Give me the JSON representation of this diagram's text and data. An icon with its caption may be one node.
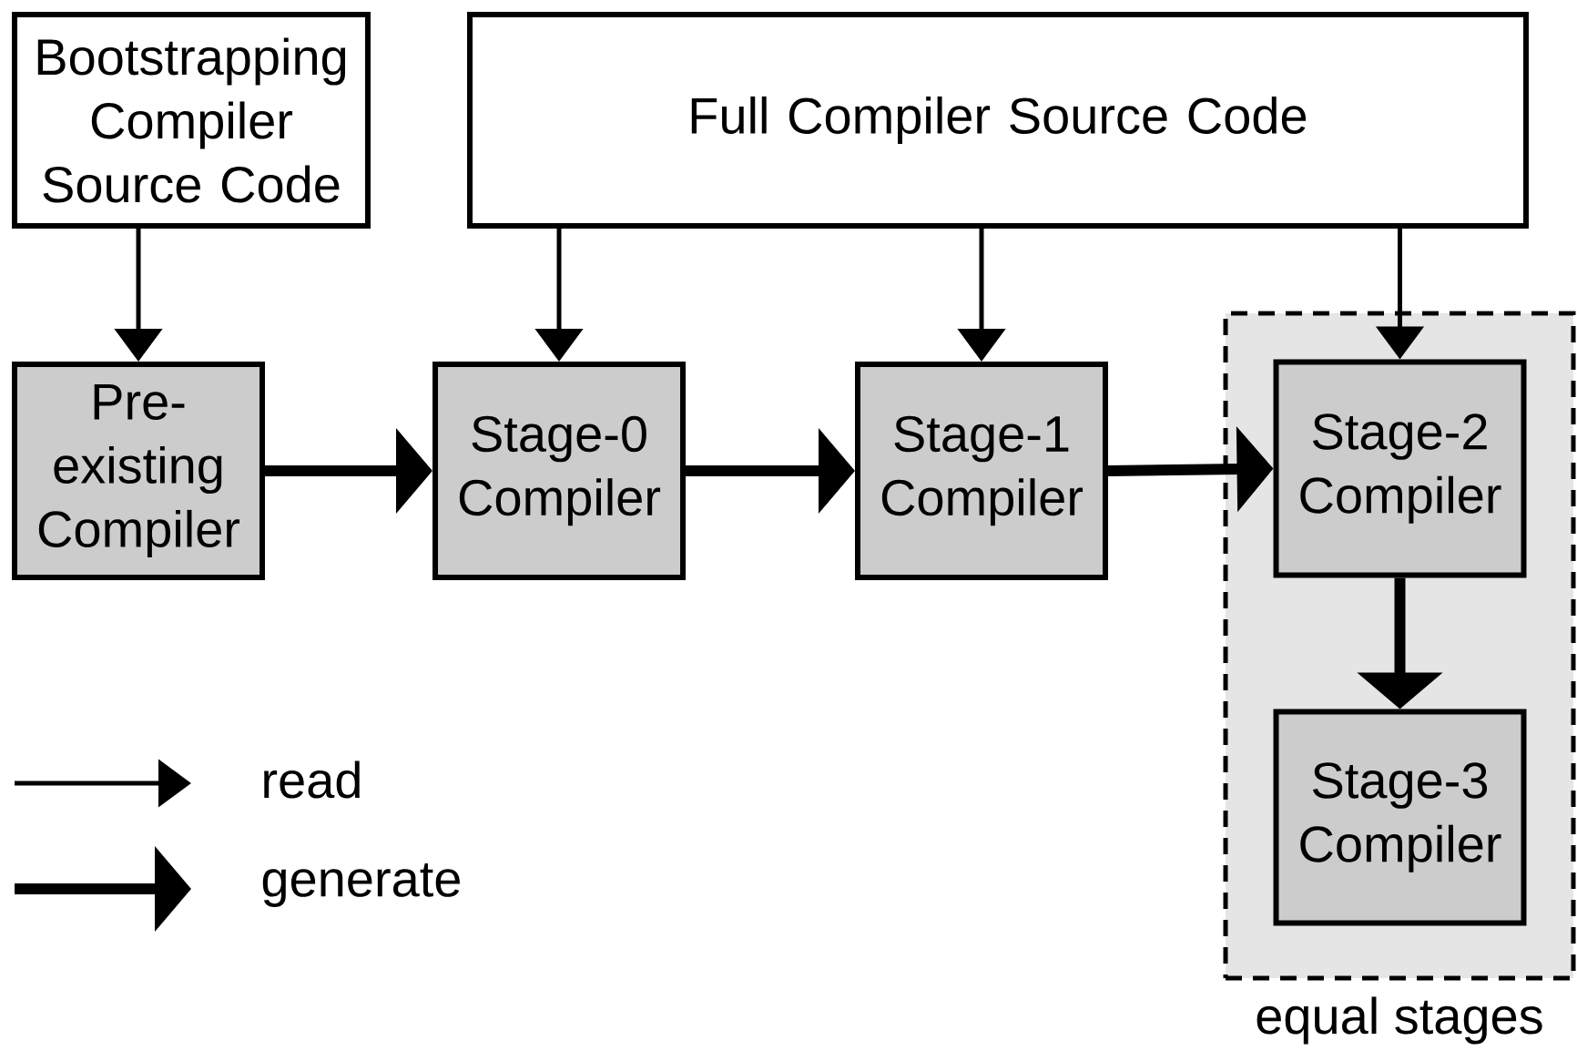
{
  "diagram": {
    "nodes": [
      {
        "text": [
          "Bootstrapping Compiler Source Code"
        ]
      },
      {
        "text": [
          "Full Compiler Source Code"
        ]
      },
      {
        "text": [
          "Pre-existing Compiler"
        ]
      },
      {
        "text": [
          "Stage-0 Compiler"
        ]
      },
      {
        "text": [
          "Stage-1 Compiler"
        ]
      },
      {
        "text": [
          "equal stages"
        ]
      },
      {
        "text": [
          "Stage-2 Compiler"
        ],
        "in": 5
      },
      {
        "text": [
          "Stage-3 Compiler"
        ],
        "in": 5
      }
    ],
    "edges": [
      {
        "from": 0,
        "to": 2,
        "arrow": "to"
      },
      {
        "from": 1,
        "to": 3,
        "arrow": "to"
      },
      {
        "from": 1,
        "to": 4,
        "arrow": "to"
      },
      {
        "from": 1,
        "to": 6,
        "arrow": "to"
      },
      {
        "from": 2,
        "to": 3,
        "arrow": "to",
        "style": "thick"
      },
      {
        "from": 3,
        "to": 4,
        "arrow": "to",
        "style": "thick"
      },
      {
        "from": 4,
        "to": 6,
        "arrow": "to",
        "style": "thick"
      },
      {
        "from": 6,
        "to": 7,
        "arrow": "to",
        "style": "thick"
      }
    ],
    "legend": [
      {
        "text": "read"
      },
      {
        "text": "generate"
      }
    ]
  }
}
